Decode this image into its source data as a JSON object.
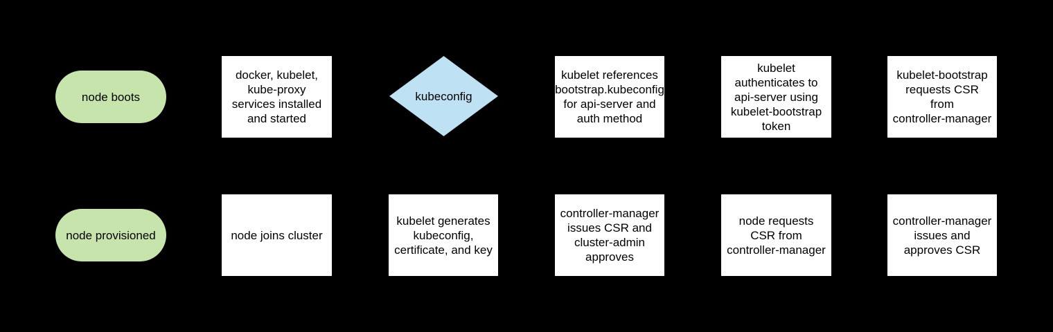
{
  "colors": {
    "background": "#000000",
    "terminal_fill": "#c8e4ad",
    "process_fill": "#ffffff",
    "decision_fill": "#bfe1f4",
    "text": "#000000"
  },
  "flowchart": {
    "rows": [
      {
        "nodes": [
          {
            "shape": "terminal",
            "label": "node boots"
          },
          {
            "shape": "process",
            "label": "docker, kubelet,\nkube-proxy\nservices installed\nand started"
          },
          {
            "shape": "decision",
            "label": "kubeconfig"
          },
          {
            "shape": "process",
            "label": "kubelet references\nbootstrap.kubeconfig\nfor api-server and\nauth method"
          },
          {
            "shape": "process",
            "label": "kubelet\nauthenticates to\napi-server using\nkubelet-bootstrap\ntoken"
          },
          {
            "shape": "process",
            "label": "kubelet-bootstrap\nrequests CSR\nfrom\ncontroller-manager"
          }
        ]
      },
      {
        "nodes": [
          {
            "shape": "terminal",
            "label": "node provisioned"
          },
          {
            "shape": "process",
            "label": "node joins cluster"
          },
          {
            "shape": "process",
            "label": "kubelet generates\nkubeconfig,\ncertificate, and key"
          },
          {
            "shape": "process",
            "label": "controller-manager\nissues CSR and\ncluster-admin\napproves"
          },
          {
            "shape": "process",
            "label": "node requests\nCSR from\ncontroller-manager"
          },
          {
            "shape": "process",
            "label": "controller-manager\nissues and\napproves CSR"
          }
        ]
      }
    ]
  }
}
